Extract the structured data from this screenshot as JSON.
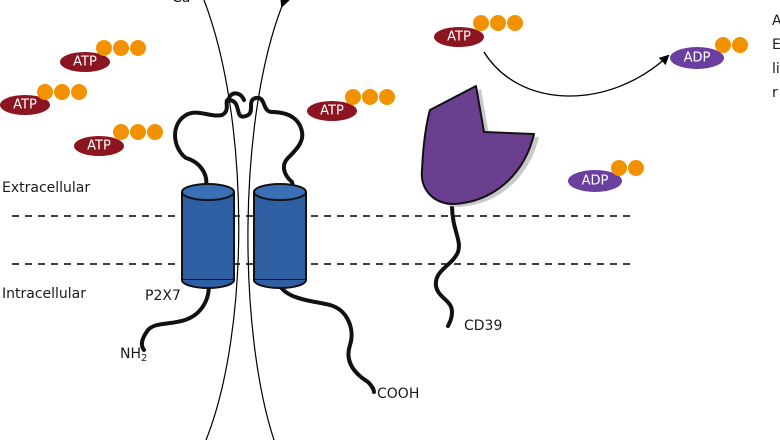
{
  "compartments": {
    "extracellular": "Extracellular",
    "intracellular": "Intracellular"
  },
  "molecules": {
    "atp_label": "ATP",
    "adp_label": "ADP"
  },
  "proteins": {
    "p2x7_label": "P2X7",
    "cd39_label": "CD39",
    "n_terminus_label": "NH",
    "n_terminus_subscript": "2",
    "c_terminus_label": "COOH"
  },
  "top_cut_text": "Ca",
  "legend_fragments": [
    "A",
    "E",
    "li",
    "r"
  ],
  "colors": {
    "atp_fill": "#8b1520",
    "adp_fill": "#6a3fa0",
    "phosphate": "#f39200",
    "p2x7_fill": "#2e5fa3",
    "p2x7_dark": "#1f3f73",
    "cd39_fill": "#6b3f8f",
    "membrane_line": "#000000"
  }
}
